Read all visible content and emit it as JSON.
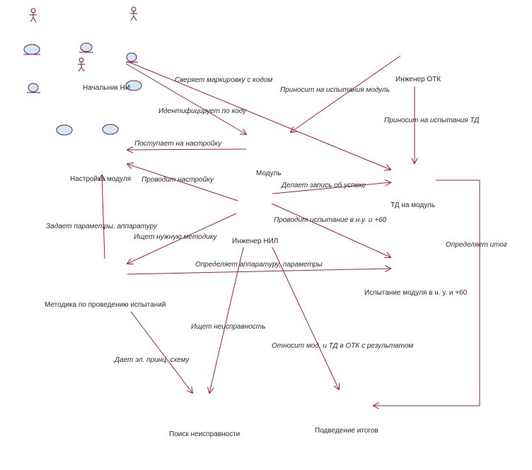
{
  "colors": {
    "line": "#a0214a",
    "icon_fill": "#cfe9f6",
    "icon_stroke": "#7a1040",
    "text": "#2a2a2a"
  },
  "icons": {
    "actor": "actor-icon",
    "usecase": "usecase-icon"
  },
  "nodes": {
    "nachalnik": "Начальник НИ",
    "modul": "Модуль",
    "inzhener_otk": "Инженер ОТК",
    "nastroika": "Настройка модуля",
    "td_na_modul": "ТД на модуль",
    "inzhener_nil": "Инженер НИЛ",
    "metodika": "Методика по проведению испытаний",
    "ispytanie": "Испытание модуля в н. у. и +60",
    "poisk": "Поиск неисправности",
    "podvedenie": "Подведение итогов"
  },
  "edges": {
    "sveryaet": "Сверяет маркировку с кодом",
    "prinosit_modul": "Приносит на испытания модуль",
    "identificiruet": "Идентифицирует по коду",
    "prinosit_td": "Приносит на испытания ТД",
    "postupaet": "Поступает на настройку",
    "provodit_nastroiku": "Проводит настройку",
    "delaet_zapis": "Делает запись об успехе",
    "provodit_ispytanie": "Проводит испытание в н.у. и +60",
    "zadaet": "Задает параметры, аппаратуру",
    "ishet_metodiku": "Ищет нужную методику",
    "opredelyaet_itog": "Определяет итог",
    "opredelyaet_apparaturu": "Определяет аппаратуру, параметры",
    "ishet_neispravnost": "Ищет неисправность",
    "otnosit": "Относит мод. и ТД в ОТК с результатом",
    "daet_skhemu": "Дает эл. принц. схему"
  }
}
